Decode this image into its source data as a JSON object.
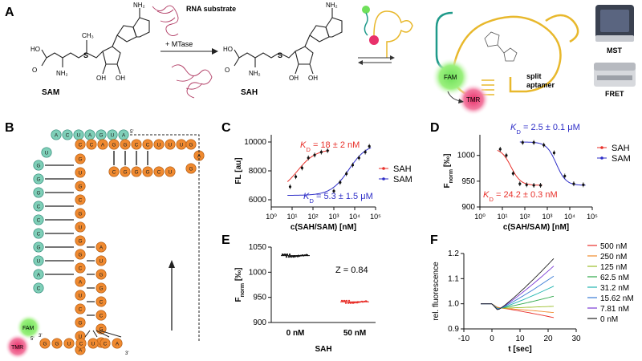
{
  "panels": {
    "A": "A",
    "B": "B",
    "C": "C",
    "D": "D",
    "E": "E",
    "F": "F"
  },
  "panelA": {
    "sam_label": "SAM",
    "sah_label": "SAH",
    "substrate_label": "RNA substrate",
    "mtase_label": "+ MTase",
    "ch3_label": "CH₃",
    "nh2_labels": [
      "NH₂"
    ],
    "oh_labels": [
      "OH"
    ],
    "fam_label": "FAM",
    "tmr_label": "TMR",
    "split_aptamer_label": "split aptamer",
    "mst_label": "MST",
    "fret_label": "FRET"
  },
  "panelB": {
    "five_prime": "5'",
    "three_prime": "3'",
    "fam_label": "FAM",
    "tmr_label": "TMR",
    "teal_strand": [
      "A",
      "U",
      "G",
      "A",
      "U",
      "C",
      "A",
      "U",
      "G",
      "G",
      "G",
      "C",
      "C",
      "C",
      "G",
      "U",
      "A",
      "C"
    ],
    "top_orange": [
      "C",
      "C",
      "A",
      "G",
      "G",
      "C",
      "C",
      "U",
      "U",
      "U",
      "G",
      "A",
      "G"
    ],
    "hairpin_bottom": [
      "C",
      "G",
      "G",
      "G",
      "C",
      "U"
    ],
    "left_orange": [
      "G",
      "U",
      "G",
      "C",
      "G",
      "U",
      "G",
      "G",
      "C",
      "A",
      "U",
      "C",
      "G",
      "U",
      "A"
    ],
    "inner_orange": [
      "A",
      "U",
      "G",
      "G",
      "C",
      "C",
      "G",
      "A"
    ],
    "tmr_strand": [
      "G",
      "G",
      "U",
      "C",
      "U",
      "C",
      "A"
    ]
  },
  "chart_data": [
    {
      "id": "C",
      "type": "scatter",
      "xlabel": "c(SAH/SAM) [nM]",
      "ylabel": "FL [au]",
      "xscale": "log",
      "xlim": [
        1,
        100000
      ],
      "ylim": [
        5500,
        10500
      ],
      "xticks": [
        "10⁰",
        "10¹",
        "10²",
        "10³",
        "10⁴",
        "10⁵"
      ],
      "yticks": [
        6000,
        8000,
        10000
      ],
      "legend": [
        "SAH",
        "SAM"
      ],
      "annotations": [
        "K_D = 18 ± 2 nM",
        "K_D = 5.3 ± 1.5 μM"
      ],
      "series": [
        {
          "name": "SAH",
          "color": "#e8302a",
          "x": [
            8,
            15,
            30,
            60,
            120,
            250,
            500
          ],
          "y": [
            6900,
            7600,
            8200,
            8900,
            9100,
            9300,
            9400
          ]
        },
        {
          "name": "SAM",
          "color": "#2d2dc7",
          "x": [
            1000,
            2000,
            4000,
            8000,
            16000,
            32000,
            50000
          ],
          "y": [
            6600,
            7200,
            7800,
            8400,
            8900,
            9300,
            9700
          ]
        }
      ]
    },
    {
      "id": "D",
      "type": "scatter",
      "xlabel": "c(SAH/SAM) [nM]",
      "ylabel": "F_norm [‰]",
      "xscale": "log",
      "xlim": [
        1,
        100000
      ],
      "ylim": [
        900,
        1040
      ],
      "xticks": [
        "10⁰",
        "10¹",
        "10²",
        "10³",
        "10⁴",
        "10⁵"
      ],
      "yticks": [
        900,
        950,
        1000
      ],
      "legend": [
        "SAH",
        "SAM"
      ],
      "annotations": [
        "K_D = 2.5 ± 0.1 μM",
        "K_D = 24.2 ± 0.3 nM"
      ],
      "series": [
        {
          "name": "SAH",
          "color": "#e8302a",
          "x": [
            8,
            15,
            30,
            60,
            120,
            250,
            500
          ],
          "y": [
            1012,
            1000,
            965,
            945,
            943,
            942,
            942
          ]
        },
        {
          "name": "SAM",
          "color": "#2d2dc7",
          "x": [
            80,
            250,
            700,
            2000,
            6000,
            15000,
            40000
          ],
          "y": [
            1025,
            1025,
            1020,
            1005,
            960,
            945,
            943
          ]
        }
      ]
    },
    {
      "id": "E",
      "type": "scatter",
      "xlabel": "SAH",
      "ylabel": "F_norm [‰]",
      "ylim": [
        900,
        1050
      ],
      "yticks": [
        900,
        950,
        1000,
        1050
      ],
      "categories": [
        "0 nM",
        "50 nM"
      ],
      "annotations": [
        "Z = 0.84"
      ],
      "series": [
        {
          "name": "0 nM",
          "color": "#111111",
          "mean": 1033
        },
        {
          "name": "50 nM",
          "color": "#e8302a",
          "mean": 941
        }
      ]
    },
    {
      "id": "F",
      "type": "line",
      "xlabel": "t [sec]",
      "ylabel": "rel. fluorescence",
      "xlim": [
        -10,
        30
      ],
      "ylim": [
        0.9,
        1.2
      ],
      "xticks": [
        -10,
        0,
        10,
        20,
        30
      ],
      "yticks": [
        0.9,
        1.0,
        1.1,
        1.2
      ],
      "legend": [
        "500 nM",
        "250 nM",
        "125 nM",
        "62.5 nM",
        "31.2 nM",
        "15.62 nM",
        "7.81 nM",
        "0 nM"
      ],
      "series": [
        {
          "name": "500 nM",
          "color": "#e8302a",
          "end": 0.945
        },
        {
          "name": "250 nM",
          "color": "#f08a2c",
          "end": 0.965
        },
        {
          "name": "125 nM",
          "color": "#9bbf2a",
          "end": 0.99
        },
        {
          "name": "62.5 nM",
          "color": "#2ea84a",
          "end": 1.03
        },
        {
          "name": "31.2 nM",
          "color": "#22b5b0",
          "end": 1.07
        },
        {
          "name": "15.62 nM",
          "color": "#3a7bd6",
          "end": 1.11
        },
        {
          "name": "7.81 nM",
          "color": "#7a3ad6",
          "end": 1.15
        },
        {
          "name": "0 nM",
          "color": "#222222",
          "end": 1.18
        }
      ]
    }
  ]
}
